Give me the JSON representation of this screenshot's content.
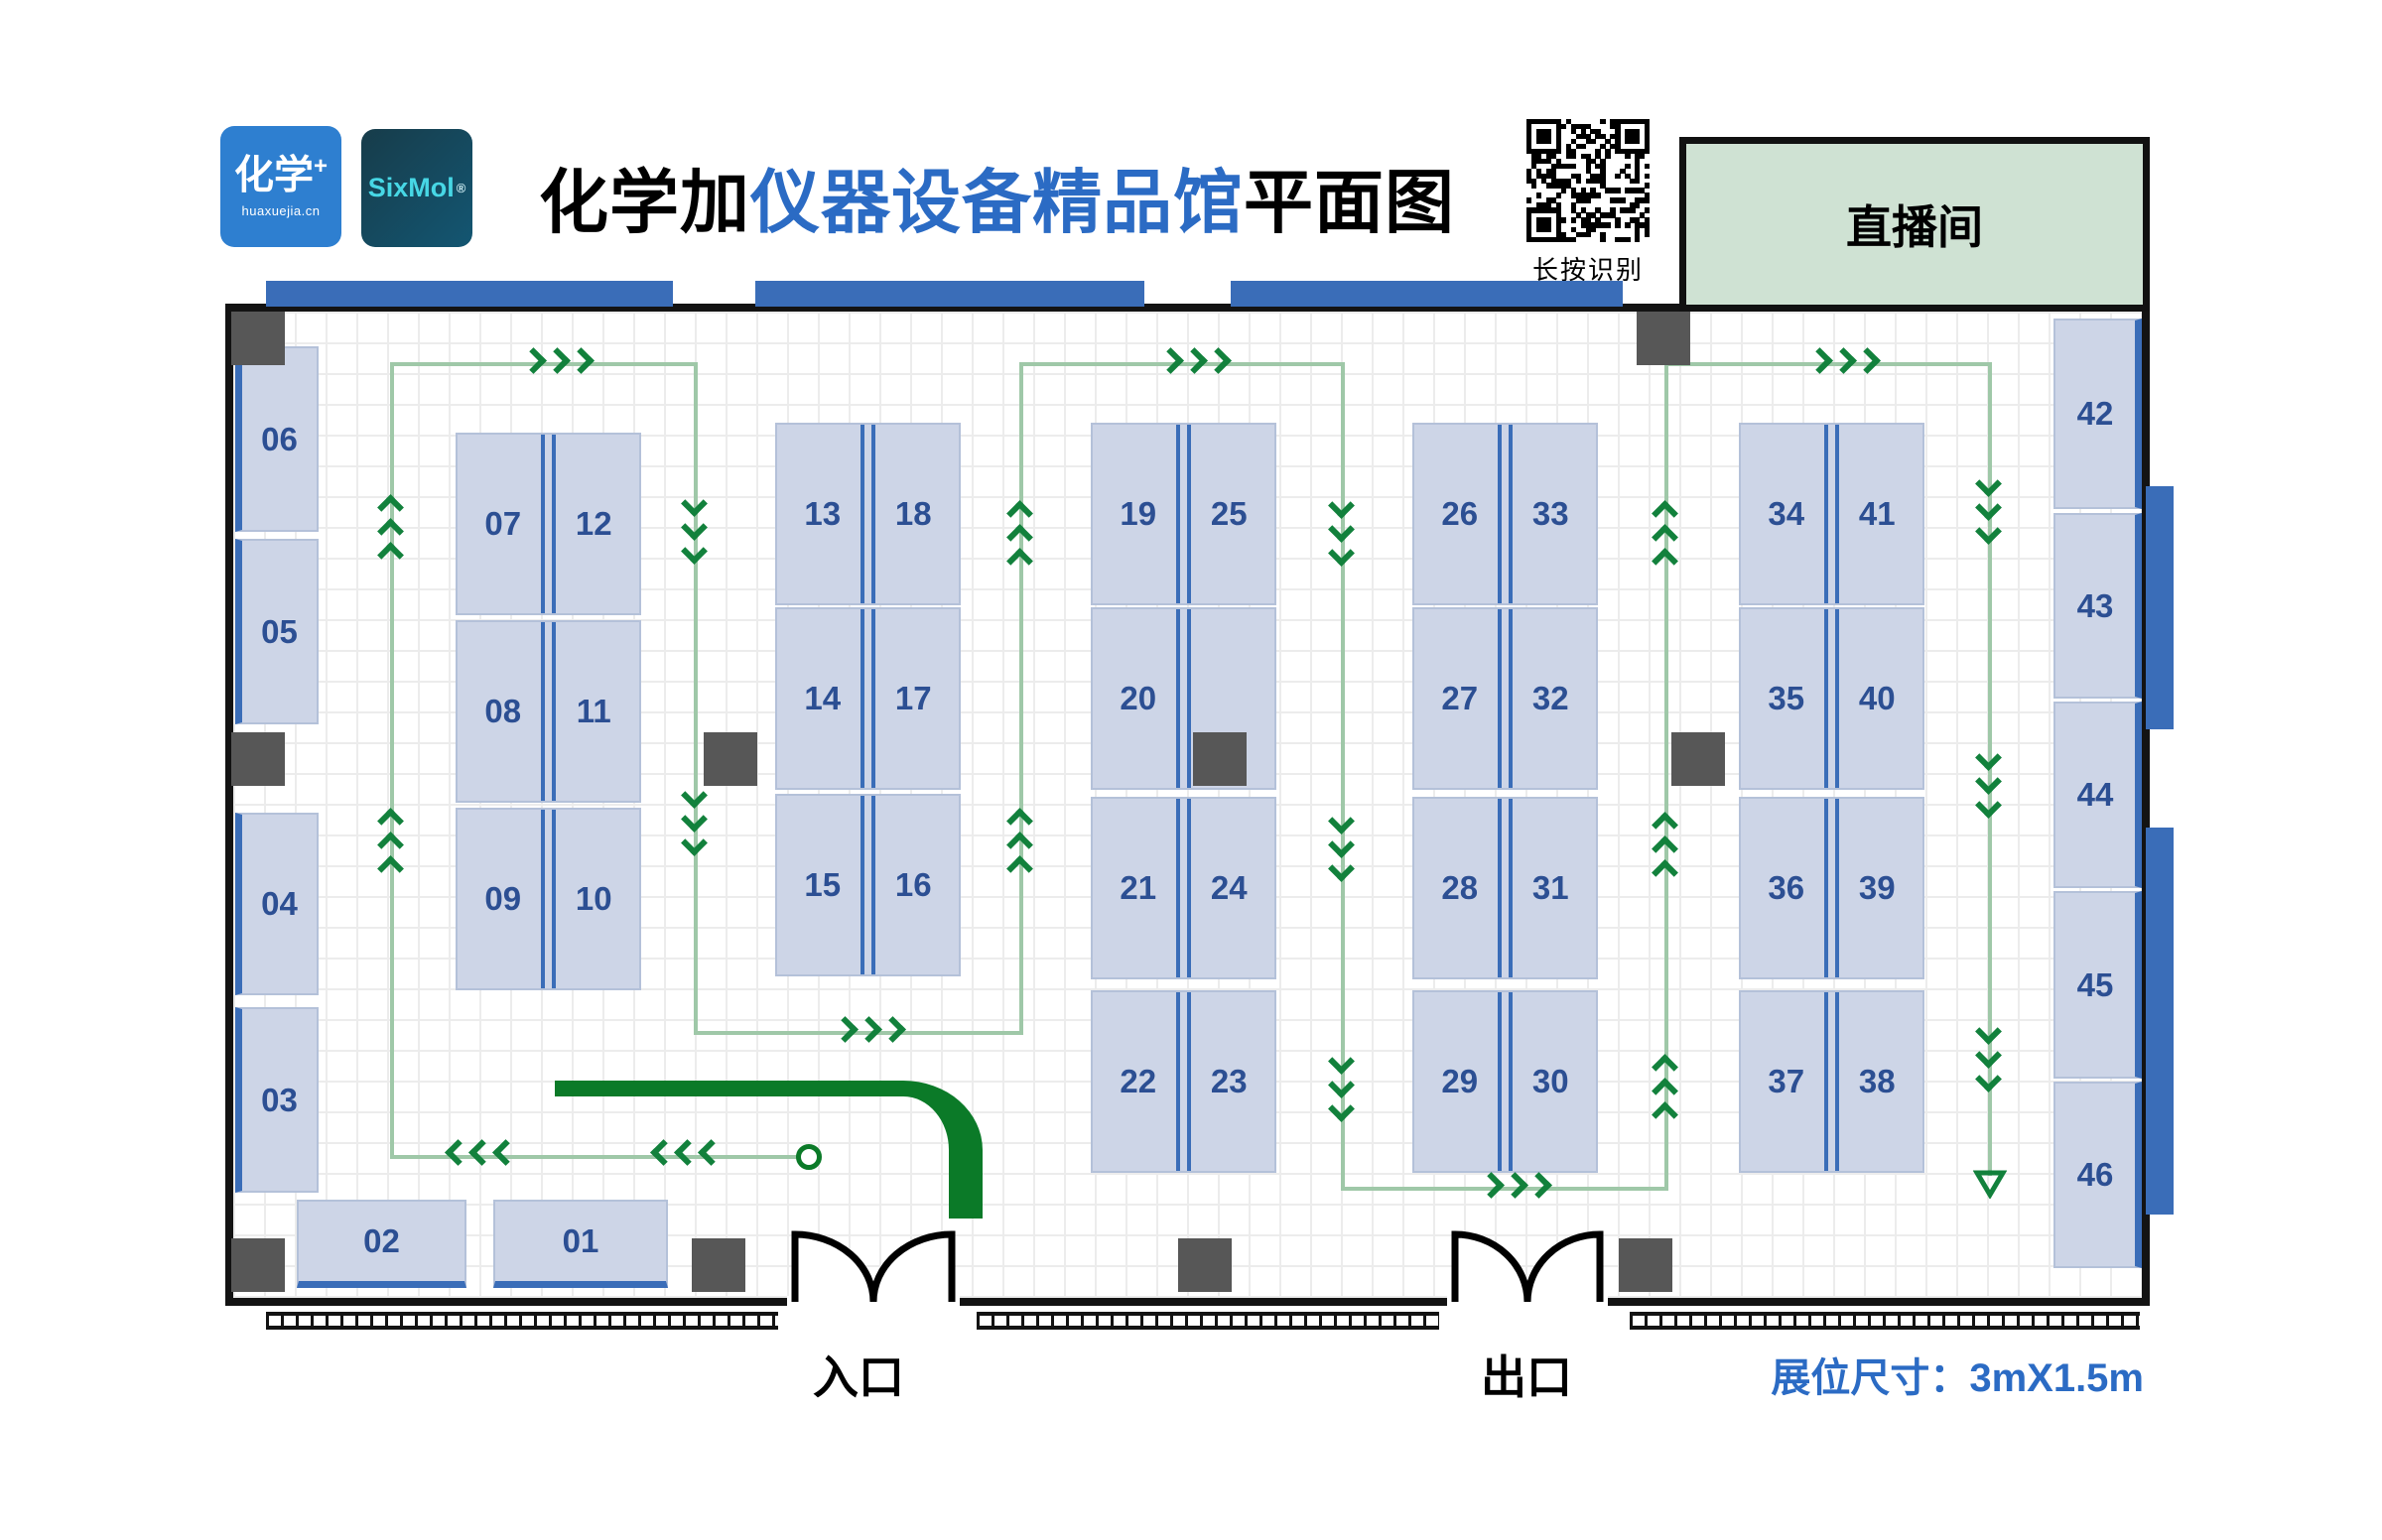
{
  "header": {
    "logo_huaxuejia": {
      "main": "化学",
      "plus": "+",
      "domain": "huaxuejia.cn"
    },
    "logo_sixmol": {
      "name": "SixMol",
      "reg": "®"
    },
    "title": {
      "black1": "化学加",
      "blue": "仪器设备精品馆",
      "black2": "平面图"
    },
    "qr_caption": "长按识别",
    "live_room_label": "直播间"
  },
  "floor": {
    "entrance_label": "入口",
    "exit_label": "出口",
    "booth_size_label": "展位尺寸：3mX1.5m"
  },
  "booths": {
    "left_column": [
      "06",
      "05",
      "04",
      "03"
    ],
    "bottom_row": [
      "02",
      "01"
    ],
    "right_column": [
      "42",
      "43",
      "44",
      "45",
      "46"
    ],
    "blocks": [
      {
        "rows": [
          [
            "07",
            "12"
          ],
          [
            "08",
            "11"
          ],
          [
            "09",
            "10"
          ]
        ]
      },
      {
        "rows": [
          [
            "13",
            "18"
          ],
          [
            "14",
            "17"
          ],
          [
            "15",
            "16"
          ]
        ]
      },
      {
        "rows": [
          [
            "19",
            "25"
          ],
          [
            "20",
            ""
          ],
          [
            "21",
            "24"
          ],
          [
            "22",
            "23"
          ]
        ]
      },
      {
        "rows": [
          [
            "26",
            "33"
          ],
          [
            "27",
            "32"
          ],
          [
            "28",
            "31"
          ],
          [
            "29",
            "30"
          ]
        ]
      },
      {
        "rows": [
          [
            "34",
            "41"
          ],
          [
            "35",
            "40"
          ],
          [
            "36",
            "39"
          ],
          [
            "37",
            "38"
          ]
        ]
      }
    ]
  },
  "colors": {
    "accent_blue": "#3a6db8",
    "booth_fill": "#cdd5e7",
    "booth_number": "#2c4f93",
    "title_blue": "#2b6bc4",
    "route_green": "#9fc8a8",
    "arrow_green": "#12813c",
    "guide_green": "#0b7a28",
    "live_room_bg": "#cfe2d3"
  }
}
